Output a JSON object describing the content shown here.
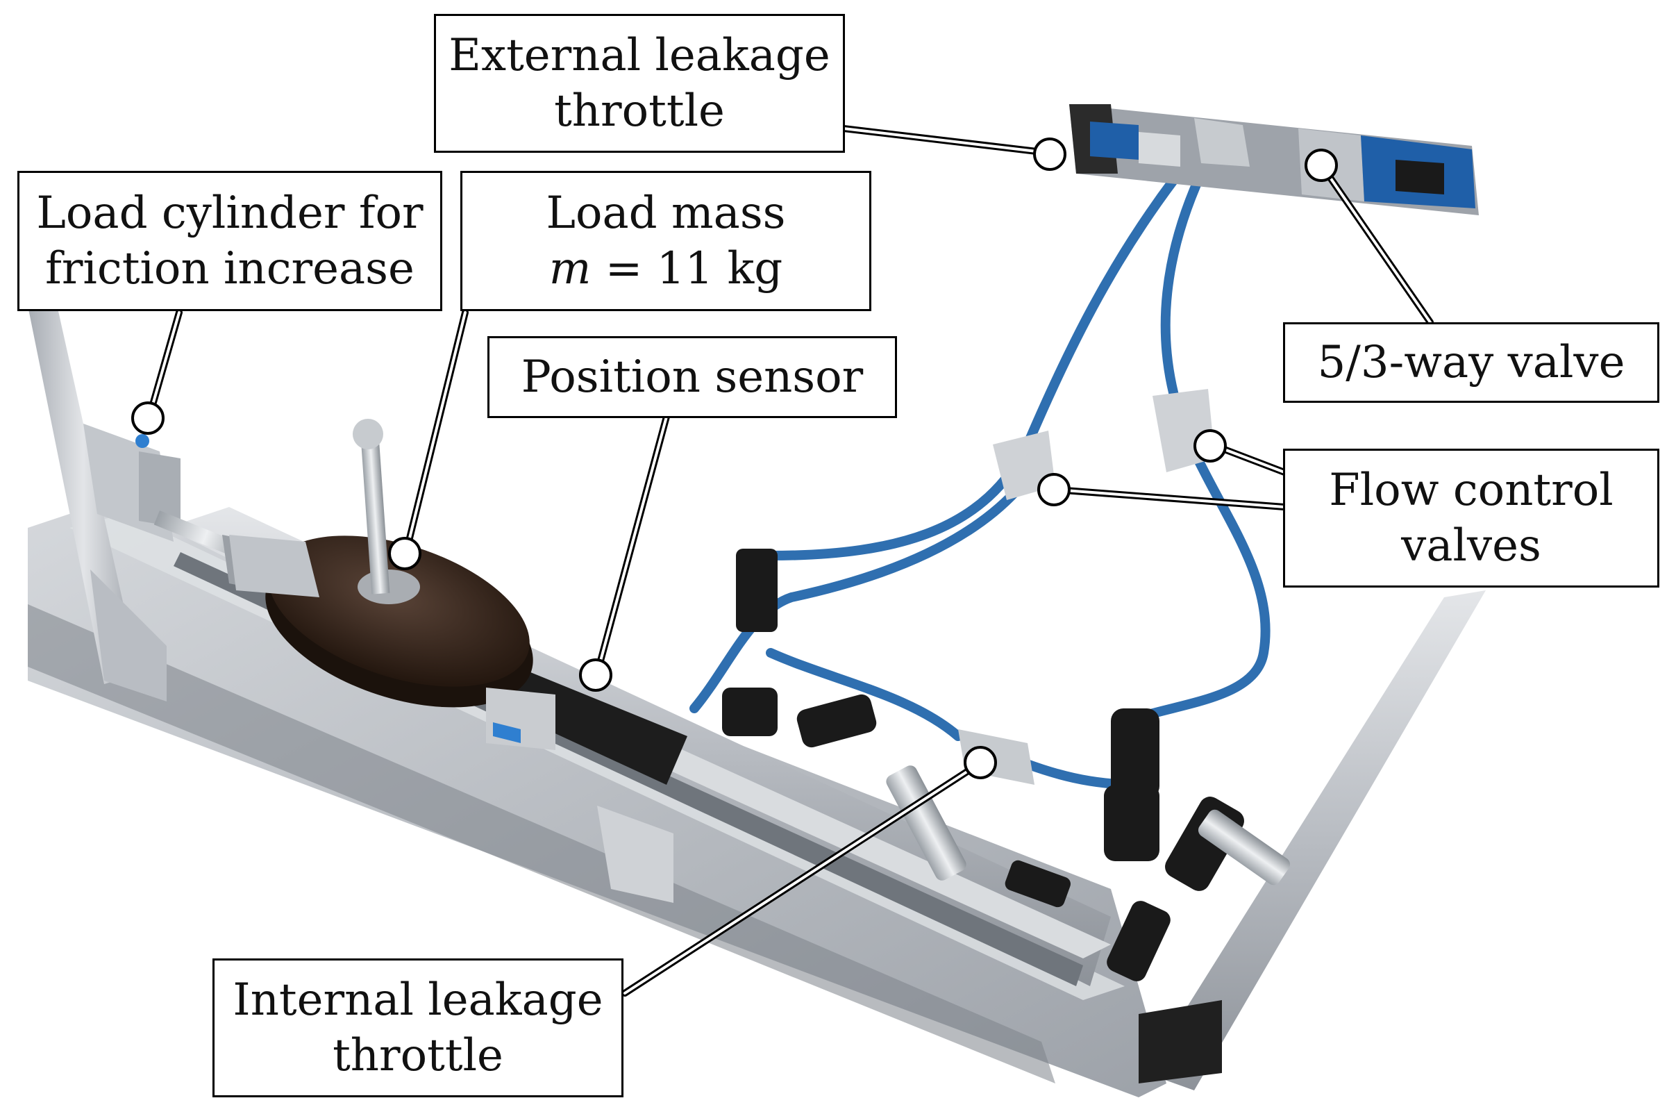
{
  "labels": {
    "external_leakage_throttle": {
      "line1": "External leakage",
      "line2": "throttle"
    },
    "load_cylinder": {
      "line1": "Load cylinder for",
      "line2": "friction increase"
    },
    "load_mass": {
      "line1": "Load mass",
      "line2_var": "m",
      "line2_rest": " = 11 kg"
    },
    "position_sensor": {
      "line1": "Position sensor"
    },
    "valve_53": {
      "line1": "5/3-way valve"
    },
    "flow_control_valves": {
      "line1": "Flow control",
      "line2": "valves"
    },
    "internal_leakage_throttle": {
      "line1": "Internal leakage",
      "line2": "throttle"
    }
  },
  "colors": {
    "aluminium": "#c9ccd0",
    "aluminium_dark": "#8e939a",
    "hose_blue": "#2f6fb0",
    "fitting_black": "#1a1a1a",
    "valve_blue": "#1f5fa8",
    "disk_brown": "#3a2a22"
  }
}
